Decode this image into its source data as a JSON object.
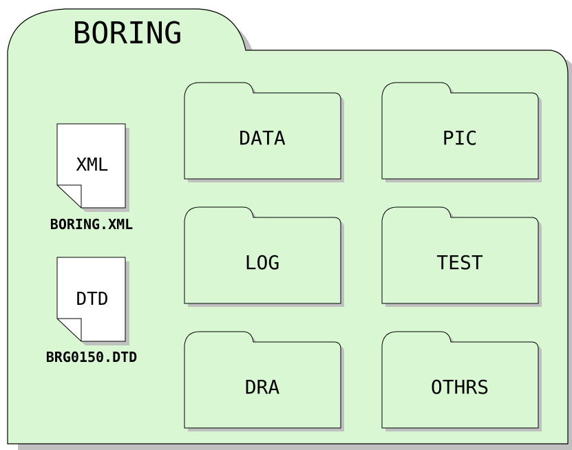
{
  "root_folder": {
    "label": "BORING",
    "fill": "#d9f7d3",
    "shadow": "#c0c0c0"
  },
  "files": [
    {
      "type_label": "XML",
      "file_name": "BORING.XML"
    },
    {
      "type_label": "DTD",
      "file_name": "BRG0150.DTD"
    }
  ],
  "subfolders": [
    {
      "label": "DATA"
    },
    {
      "label": "PIC"
    },
    {
      "label": "LOG"
    },
    {
      "label": "TEST"
    },
    {
      "label": "DRA"
    },
    {
      "label": "OTHRS"
    }
  ]
}
